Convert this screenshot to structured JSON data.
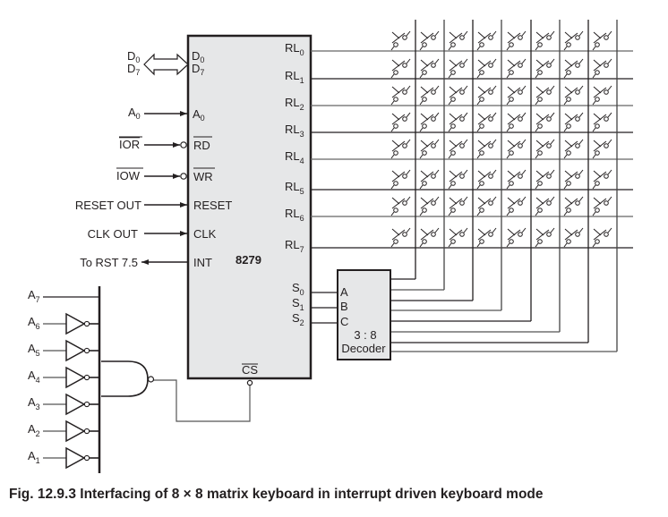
{
  "chip": {
    "name": "8279",
    "left_pins": [
      {
        "ext": "D",
        "ext_sub0": "0",
        "ext_sub1": "7",
        "pin": "D",
        "pin_sub0": "0",
        "pin_sub1": "7"
      },
      {
        "ext": "A",
        "ext_sub": "0",
        "pin": "A",
        "pin_sub": "0"
      },
      {
        "ext": "IOR",
        "pin": "RD",
        "active_low": true
      },
      {
        "ext": "IOW",
        "pin": "WR",
        "active_low": true
      },
      {
        "ext": "RESET OUT",
        "pin": "RESET"
      },
      {
        "ext": "CLK OUT",
        "pin": "CLK"
      },
      {
        "ext": "To RST 7.5",
        "pin": "INT"
      }
    ],
    "return_lines": [
      {
        "name": "RL",
        "sub": "0"
      },
      {
        "name": "RL",
        "sub": "1"
      },
      {
        "name": "RL",
        "sub": "2"
      },
      {
        "name": "RL",
        "sub": "3"
      },
      {
        "name": "RL",
        "sub": "4"
      },
      {
        "name": "RL",
        "sub": "5"
      },
      {
        "name": "RL",
        "sub": "6"
      },
      {
        "name": "RL",
        "sub": "7"
      }
    ],
    "scan_lines": [
      {
        "name": "S",
        "sub": "0"
      },
      {
        "name": "S",
        "sub": "1"
      },
      {
        "name": "S",
        "sub": "2"
      }
    ],
    "cs": "CS"
  },
  "decoder": {
    "inputs": [
      "A",
      "B",
      "C"
    ],
    "ratio": "3 : 8",
    "label": "Decoder",
    "outputs": 8
  },
  "address_lines": [
    {
      "name": "A",
      "sub": "7",
      "inverted": false
    },
    {
      "name": "A",
      "sub": "6",
      "inverted": true
    },
    {
      "name": "A",
      "sub": "5",
      "inverted": true
    },
    {
      "name": "A",
      "sub": "4",
      "inverted": true
    },
    {
      "name": "A",
      "sub": "3",
      "inverted": true
    },
    {
      "name": "A",
      "sub": "2",
      "inverted": true
    },
    {
      "name": "A",
      "sub": "1",
      "inverted": true
    }
  ],
  "keyboard": {
    "rows": 8,
    "cols": 8
  },
  "caption": {
    "fig": "Fig. 12.9.3",
    "text": "Interfacing of 8 × 8 matrix keyboard in interrupt driven keyboard mode"
  },
  "colors": {
    "chip_fill": "#e6e7e8",
    "line": "#231f20"
  }
}
